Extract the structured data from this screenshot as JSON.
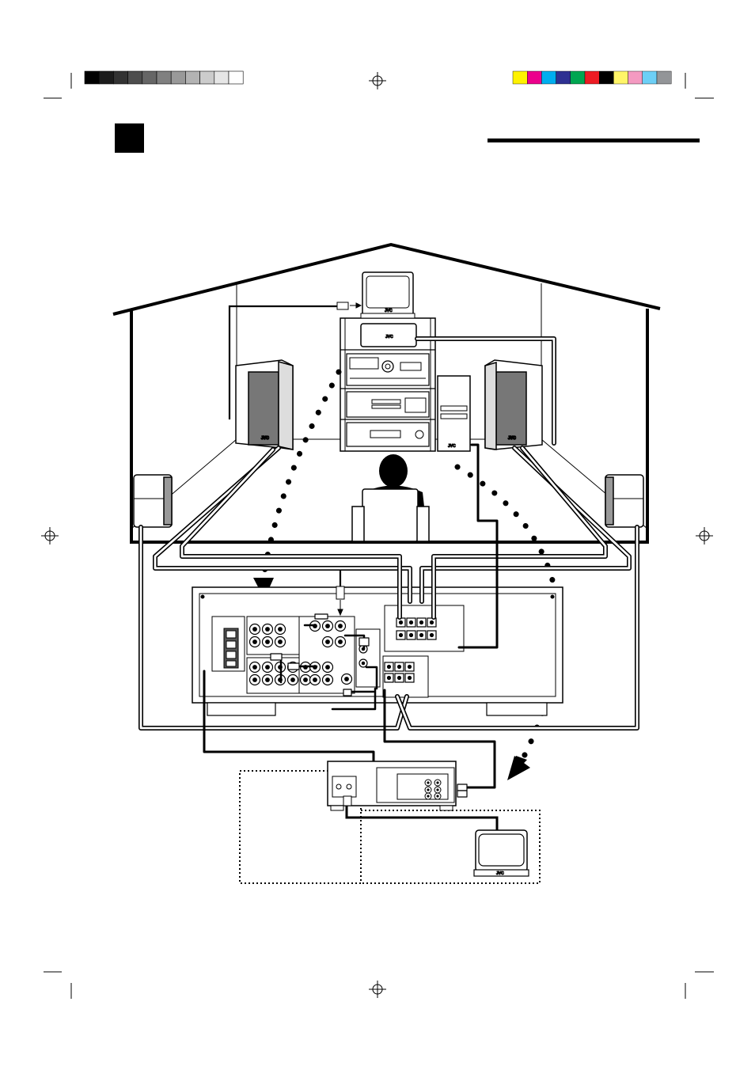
{
  "colors": {
    "ink": "#000000",
    "paper": "#ffffff",
    "gray_calibration": [
      "#000000",
      "#1c1c1c",
      "#333333",
      "#4d4d4d",
      "#666666",
      "#808080",
      "#999999",
      "#b3b3b3",
      "#cccccc",
      "#e6e6e6",
      "#ffffff"
    ],
    "color_calibration": [
      "#fff200",
      "#ec008c",
      "#00aeef",
      "#2e3192",
      "#00a651",
      "#ed1c24",
      "#000000",
      "#fff568",
      "#f49ac1",
      "#6dcff6",
      "#939598"
    ]
  },
  "icons": {
    "registration_mark": "crosshair-circle",
    "section_marker": "black-square"
  },
  "brand_labels": {
    "tv": "JVC",
    "speaker": "JVC",
    "cabinet_unit": "JVC",
    "subwoofer": "JVC",
    "remote_tv": "JVC"
  }
}
